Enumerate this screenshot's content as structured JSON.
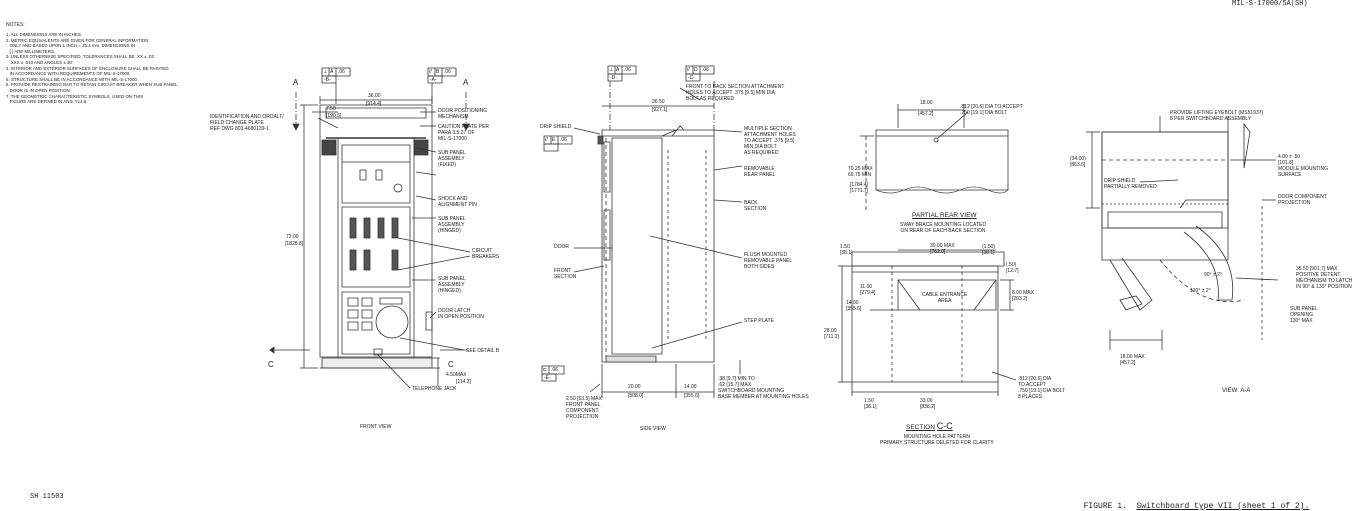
{
  "doc_ref": "MIL-S-17000/5A(SH)",
  "notes_title": "NOTES:",
  "notes": [
    "1. ALL DIMENSIONS ARE IN INCHES.",
    "2. METRIC EQUIVALENTS ARE GIVEN FOR GENERAL INFORMATION",
    "   ONLY AND BASED UPON 1 INCH = 25.4 mm. DIMENSIONS IN",
    "   [ ] ARE MILLIMETERS.",
    "3. UNLESS OTHERWISE SPECIFIED, TOLERANCES SHALL BE .XX ± .03",
    "   .XXX ± .010 AND ANGLES ± 30'",
    "4. INTERIOR AND EXTERIOR SURFACES OF ENCLOSURE SHALL BE PAINTED",
    "   IN ACCORDANCE WITH REQUIREMENTS OF MIL-S-17000.",
    "5. STRUCTURE SHALL BE IN ACCORDANCE WITH MIL-S-17000.",
    "6. PROVIDE RESTRAINING BAR TO RETAIN CIRCUIT BREAKER WHEN SUB PANEL",
    "   DOOR IS IN OPEN POSITION",
    "7. THE GEOMETRIC CHARACTERISTIC SYMBOLS, USED ON THIS",
    "   FIGURE ARE DEFINED IN ANSI Y14.5."
  ],
  "front_view": {
    "caption": "FRONT VIEW",
    "datum_a": "A",
    "datum_c": "C",
    "fcf_left": [
      "⊥",
      "A",
      ".06",
      "-B-"
    ],
    "fcf_right": [
      "//",
      "B",
      ".06",
      "-A-"
    ],
    "dim_width": "36.00",
    "dim_width_mm": "[914.4]",
    "dim_left": "7.50",
    "dim_left_mm": "[190.5]",
    "dim_height": "72.00",
    "dim_height_mm": "[1828.8]",
    "dim_base": "4.50MAX",
    "dim_base_mm": "[114.3]",
    "label_id_plate": "IDENTIFICATION AND ORDALT/\nFIELD CHANGE PLATE\nREF DWG 803-4680139-1",
    "callouts": [
      "DOOR POSITIONING\nMECHANISM",
      "CAUTION PLATE PER\nPARA 3.5.27 OF\nMIL-S-17000",
      "SUB PANEL\nASSEMBLY\n(FIXED)",
      "SHOCK AND\nALIGNMENT PIN",
      "SUB PANEL\nASSEMBLY\n(HINGED)",
      "CIRCUIT\nBREAKERS",
      "SUB PANEL\nASSEMBLY\n(HINGED)",
      "DOOR LATCH\nIN OPEN POSITION",
      "SEE DETAIL B",
      "TELEPHONE JACK"
    ]
  },
  "side_view": {
    "caption": "SIDE VIEW",
    "fcf_top": [
      "⊥",
      "A",
      ".06",
      "-D-"
    ],
    "fcf_top2": [
      "//",
      "D",
      ".06",
      "-C-"
    ],
    "fcf_mid": [
      "//",
      "E",
      ".06"
    ],
    "fcf_bottom": [
      "⊏",
      ".06",
      "-E-"
    ],
    "dim_depth": "36.50",
    "dim_depth_mm": "[927.1]",
    "dim_bot_a": "20.00",
    "dim_bot_a_mm": "[508.0]",
    "dim_bot_b": "14.00",
    "dim_bot_b_mm": "[355.6]",
    "labels": [
      "DRIP SHIELD",
      "FRONT TO BACK SECTION ATTACHMENT\nHOLES TO ACCEPT .375 [9.5] MIN DIA\nBOLT AS REQUIRED",
      "MULTIPLE SECTION\nATTACHMENT HOLES\nTO ACCEPT .375 [9.5]\nMIN DIA BOLT\nAS REQUIRED",
      "REMOVABLE\nREAR PANEL",
      "BACK\nSECTION",
      "DOOR",
      "FLUSH MOUNTED\nREMOVABLE PANEL\nBOTH SIDES",
      "FRONT\nSECTION",
      "STEP PLATE",
      "2.50 [63.5] MAX\nFRONT PANEL\nCOMPONENT\nPROJECTION",
      ".38 [9.7] MIN TO\n.62 [15.7] MAX\nSWITCHBOARD MOUNTING\nBASE MEMBER AT MOUNTING HOLES"
    ]
  },
  "partial_rear_view": {
    "title": "PARTIAL REAR VIEW",
    "subtitle": "SWAY BRACE MOUNTING LOCATED\nON REAR OF EACH BACK SECTION",
    "dim_top": "18.00",
    "dim_top_mm": "[457.2]",
    "dim_hole": ".812 [20.6] DIA TO ACCEPT\n.750 [19.1] DIA BOLT",
    "dim_height": "70.25 MAX\n69.75 MIN",
    "dim_height_mm": "[1784.4]\n[1771.7]"
  },
  "section_cc": {
    "title": "SECTION",
    "title_letters": "C-C",
    "subtitle": "MOUNTING HOLE PATTERN\nPRIMARY STRUCTURE DELETED FOR CLARITY",
    "cable_area": "CABLE ENTRANCE\nAREA",
    "dims": [
      "1.50\n[38.1]",
      "30.00 MAX\n[762.0]",
      "(1.50)\n[38.1]",
      "(.50)\n[12.7]",
      "11.00\n[279.4]",
      "14.00\n[355.6]",
      "8.00 MAX\n[203.2]",
      "28.00\n[711.2]",
      ".812 [20.6] DIA\nTO ACCEPT\n.750 [19.1] DIA BOLT\n8 PLACES",
      "1.50\n[38.1]",
      "33.00\n[838.2]"
    ]
  },
  "view_aa": {
    "caption": "VIEW  A-A",
    "labels": [
      "PROVIDE LIFTING EYEBOLT (MS51937)\n8 PER SWITCHBOARD ASSEMBLY",
      "(34.00)\n[863.6]",
      "4.00 ± .50\n[101.6]\nMODULE MOUNTING\nSURFACE",
      "DRIP SHIELD\nPARTIALLY REMOVED",
      "DOOR COMPONENT\nPROJECTION",
      "90° ± 2°",
      "130° ± 2°",
      "35.50 [901.7] MAX\nPOSITIVE DETENT\nMECHANISM TO LATCH\nIN 90° & 130° POSITION",
      "SUB PANEL\nOPENING\n130° MAX",
      "18.00 MAX\n[457.2]"
    ]
  },
  "sheet_id": "SH 11503",
  "figure_label": "FIGURE 1.",
  "figure_title": "Switchboard type VII (sheet 1 of 2)."
}
